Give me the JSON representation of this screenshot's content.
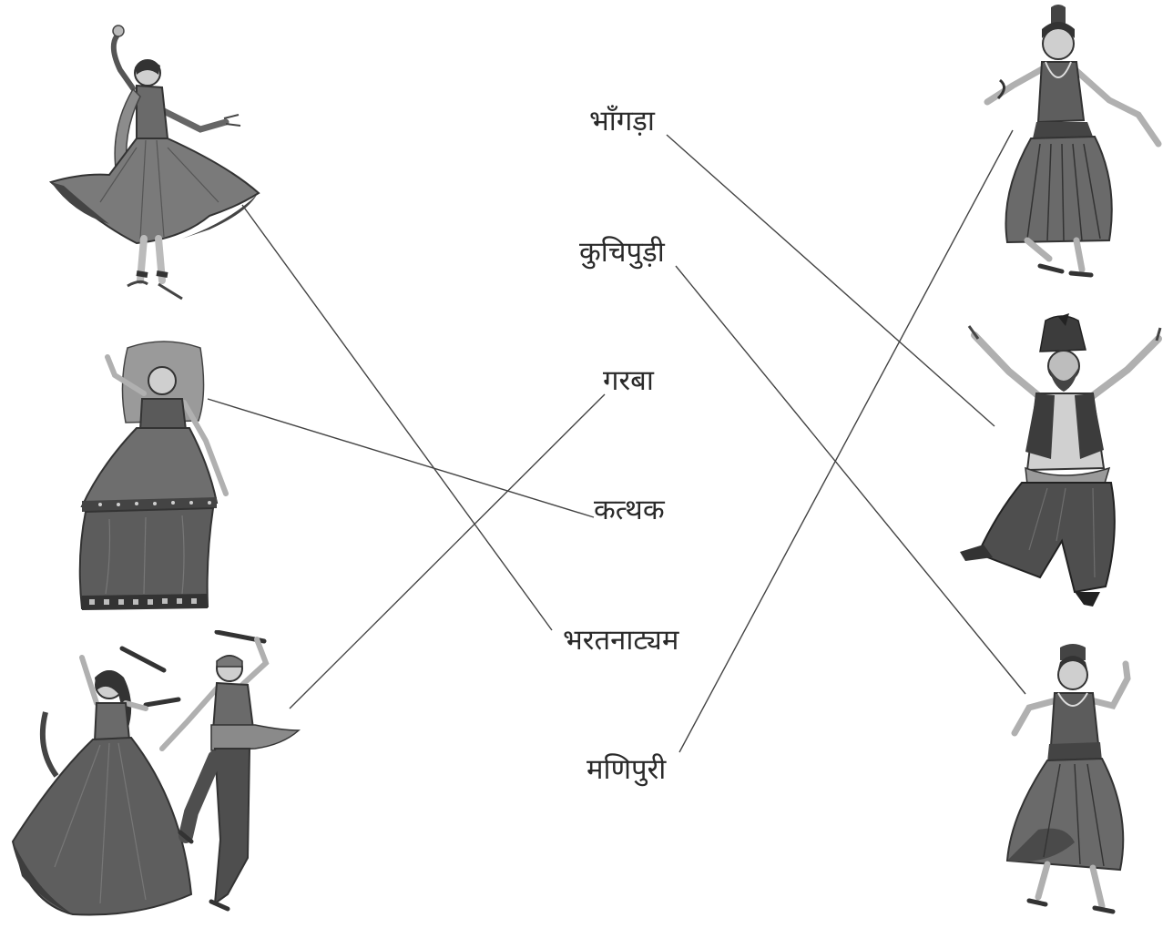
{
  "labels": {
    "bhangra": "भाँगड़ा",
    "kuchipudi": "कुचिपुड़ी",
    "garba": "गरबा",
    "kathak": "कत्थक",
    "bharatanatyam": "भरतनाट्यम",
    "manipuri": "मणिपुरी"
  },
  "colors": {
    "line": "#444444",
    "ink": "#2a2a2a",
    "dress_dark": "#5a5a5a",
    "dress_mid": "#8a8a8a",
    "skin": "#c8c8c8"
  },
  "dancers": {
    "left": [
      "kathak-dancer-icon",
      "rajasthani-dancer-icon",
      "garba-dancers-icon"
    ],
    "right": [
      "bharatanatyam-dancer-icon",
      "bhangra-dancer-icon",
      "kuchipudi-dancer-icon"
    ]
  }
}
